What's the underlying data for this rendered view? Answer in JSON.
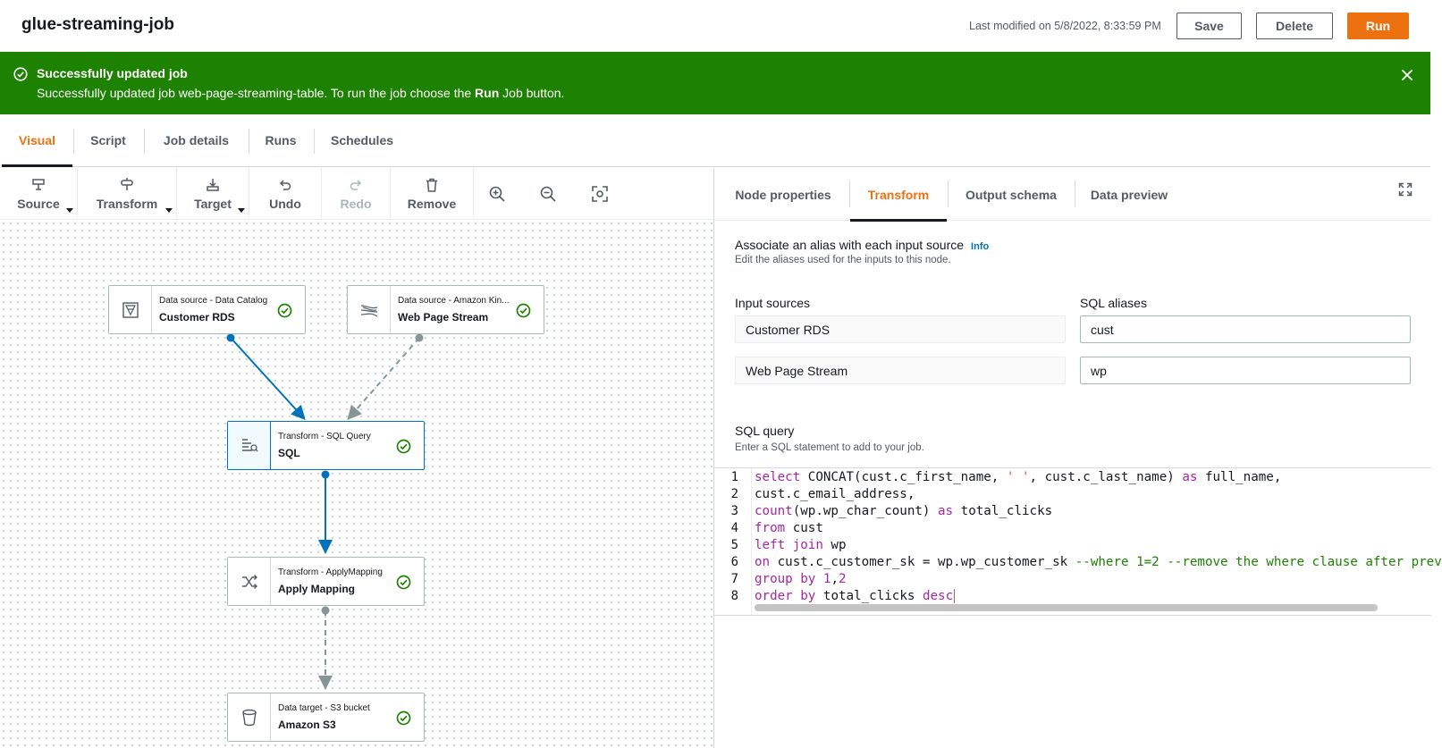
{
  "header": {
    "title": "glue-streaming-job",
    "last_modified": "Last modified on 5/8/2022, 8:33:59 PM",
    "save_label": "Save",
    "delete_label": "Delete",
    "run_label": "Run",
    "run_color": "#ec7211"
  },
  "flash": {
    "title": "Successfully updated job",
    "message_before": "Successfully updated job web-page-streaming-table. To run the job choose the ",
    "message_bold": "Run",
    "message_after": " Job button.",
    "color": "#1d8102",
    "icon": "check-circle-icon",
    "close_icon": "close-icon"
  },
  "tabs": {
    "visual": "Visual",
    "script": "Script",
    "job_details": "Job details",
    "runs": "Runs",
    "schedules": "Schedules",
    "active": "Visual"
  },
  "toolbar": {
    "source": "Source",
    "transform": "Transform",
    "target": "Target",
    "undo": "Undo",
    "redo": "Redo",
    "remove": "Remove",
    "zoom_in_icon": "zoom-in-icon",
    "zoom_out_icon": "zoom-out-icon",
    "fit_icon": "fit-to-screen-icon"
  },
  "graph": {
    "nodes": {
      "customer_rds": {
        "kind": "Data source - Data Catalog",
        "name": "Customer RDS",
        "icon": "data-catalog-icon"
      },
      "web_page_stream": {
        "kind": "Data source - Amazon Kin...",
        "name": "Web Page Stream",
        "icon": "kinesis-icon"
      },
      "sql": {
        "kind": "Transform - SQL Query",
        "name": "SQL",
        "icon": "sql-query-icon"
      },
      "apply_mapping": {
        "kind": "Transform - ApplyMapping",
        "name": "Apply Mapping",
        "icon": "shuffle-icon"
      },
      "amazon_s3": {
        "kind": "Data target - S3 bucket",
        "name": "Amazon S3",
        "icon": "bucket-icon"
      }
    },
    "status_color": "#1d8102",
    "edge_color_active": "#0073bb",
    "edge_color_inactive": "#879596"
  },
  "panel": {
    "tabs": {
      "node_properties": "Node properties",
      "transform": "Transform",
      "output_schema": "Output schema",
      "data_preview": "Data preview",
      "active": "Transform"
    },
    "alias_section": {
      "title": "Associate an alias with each input source",
      "info": "Info",
      "description": "Edit the aliases used for the inputs to this node."
    },
    "input_sources_label": "Input sources",
    "sql_aliases_label": "SQL aliases",
    "rows": [
      {
        "source": "Customer RDS",
        "alias": "cust"
      },
      {
        "source": "Web Page Stream",
        "alias": "wp"
      }
    ],
    "sql_section": {
      "title": "SQL query",
      "description": "Enter a SQL statement to add to your job."
    },
    "code": {
      "line_numbers": [
        "1",
        "2",
        "3",
        "4",
        "5",
        "6",
        "7",
        "8"
      ],
      "lines": [
        "select CONCAT(cust.c_first_name, ' ', cust.c_last_name) as full_name,",
        "cust.c_email_address,",
        "count(wp.wp_char_count) as total_clicks",
        "from cust",
        "left join wp",
        "on cust.c_customer_sk = wp.wp_customer_sk --where 1=2 --remove the where clause after prev",
        "group by 1,2",
        "order by total_clicks desc"
      ]
    }
  }
}
